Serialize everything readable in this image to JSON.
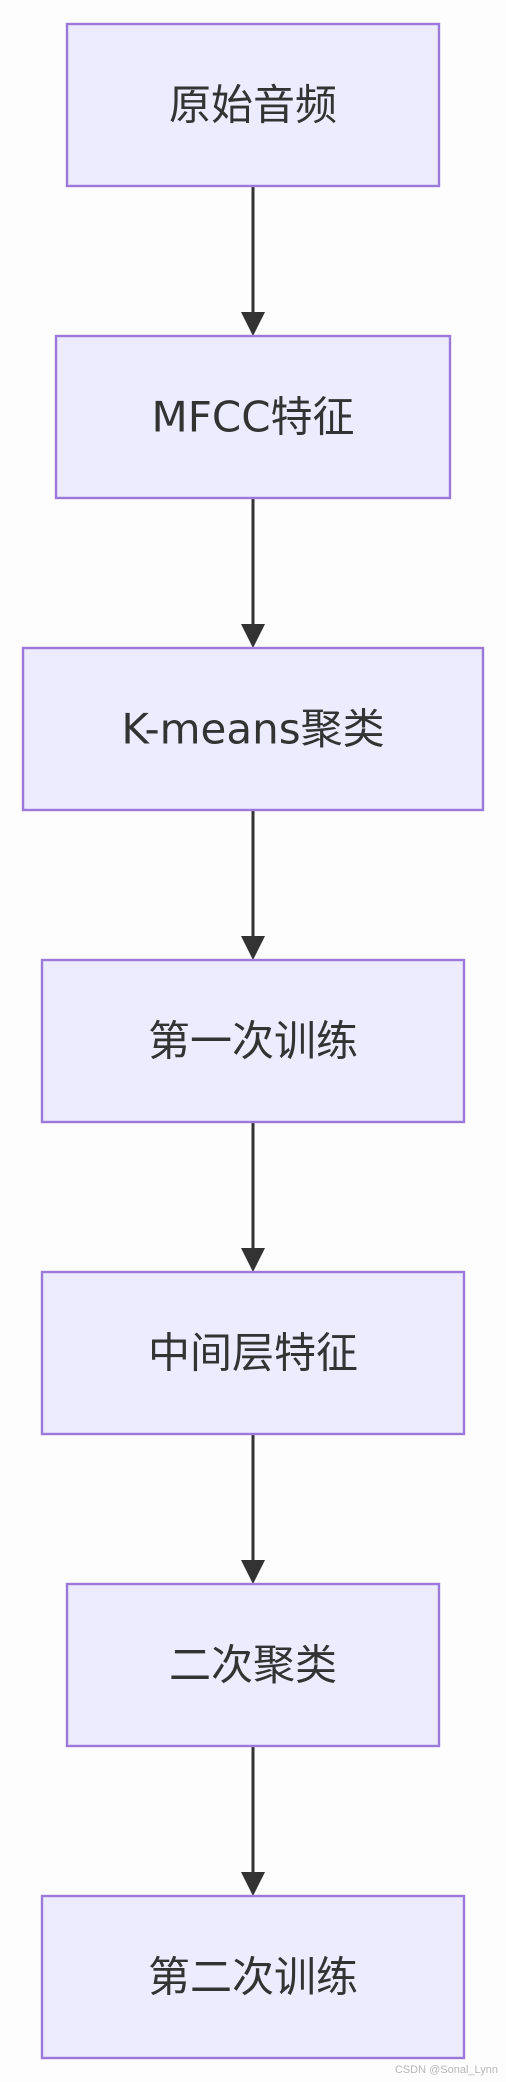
{
  "nodes": [
    {
      "id": "raw-audio",
      "label": "原始音频"
    },
    {
      "id": "mfcc-features",
      "label": "MFCC特征"
    },
    {
      "id": "kmeans-clustering",
      "label": "K-means聚类"
    },
    {
      "id": "first-training",
      "label": "第一次训练"
    },
    {
      "id": "intermediate-features",
      "label": "中间层特征"
    },
    {
      "id": "second-clustering",
      "label": "二次聚类"
    },
    {
      "id": "second-training",
      "label": "第二次训练"
    }
  ],
  "edges": [
    {
      "from": "raw-audio",
      "to": "mfcc-features"
    },
    {
      "from": "mfcc-features",
      "to": "kmeans-clustering"
    },
    {
      "from": "kmeans-clustering",
      "to": "first-training"
    },
    {
      "from": "first-training",
      "to": "intermediate-features"
    },
    {
      "from": "intermediate-features",
      "to": "second-clustering"
    },
    {
      "from": "second-clustering",
      "to": "second-training"
    }
  ],
  "colors": {
    "node_fill": "#ececfe",
    "node_border": "#9c79d8",
    "text": "#333333",
    "edge": "#333333"
  },
  "watermark": "CSDN @Sonal_Lynn"
}
